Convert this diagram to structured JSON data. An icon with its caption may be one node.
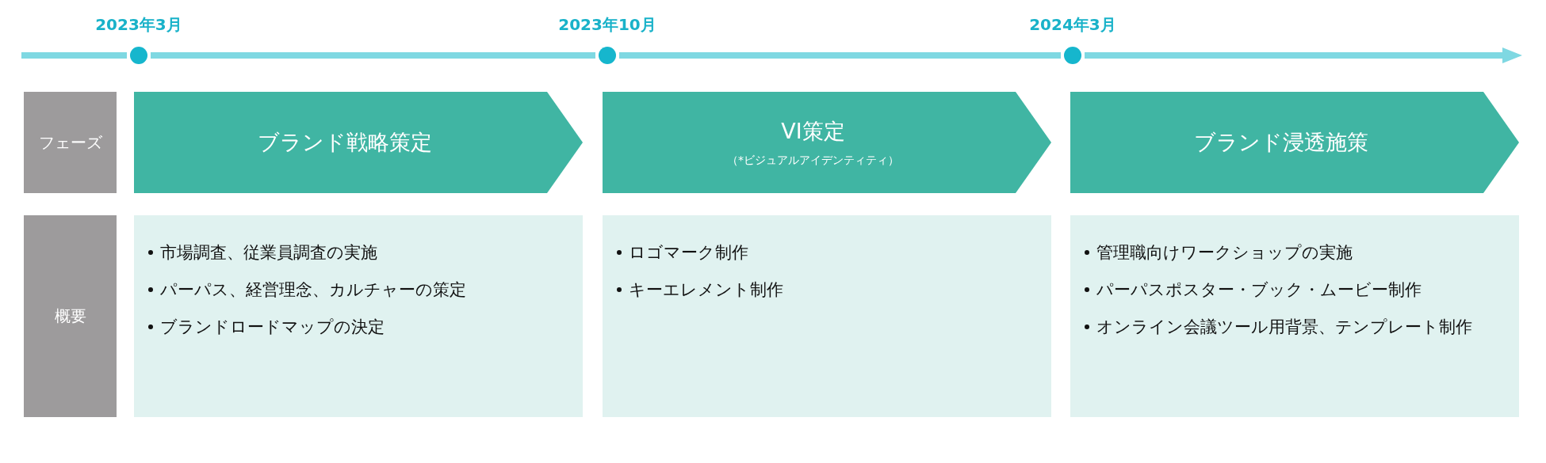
{
  "diagram": {
    "nodes": [
      {
        "text": [
          "フェーズ"
        ]
      },
      {
        "text": [
          "ブランド戦略策定"
        ]
      },
      {
        "text": [
          "VI策定",
          "（*ビジュアルアイデンティティ）"
        ]
      },
      {
        "text": [
          "ブランド浸透施策"
        ]
      },
      {
        "text": [
          "概要"
        ]
      },
      {
        "text": [
          "市場調査、従業員調査の実施",
          "パーパス、経営理念、カルチャーの策定",
          "ブランドロードマップの決定"
        ]
      },
      {
        "text": [
          "ロゴマーク制作",
          "キーエレメント制作"
        ]
      },
      {
        "text": [
          "管理職向けワークショップの実施",
          "パーパスポスター・ブック・ムービー制作",
          "オンライン会議ツール用背景、テンプレート制作"
        ]
      }
    ],
    "labels": [
      "2023年3月",
      "2023年10月",
      "2024年3月"
    ]
  }
}
